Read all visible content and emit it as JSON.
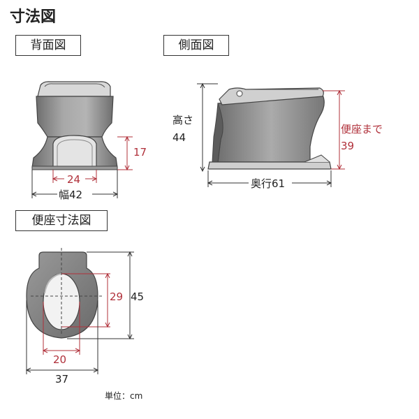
{
  "title": "寸法図",
  "views": {
    "back": "背面図",
    "side": "側面図",
    "seat": "便座寸法図"
  },
  "back_dims": {
    "inner_width": "24",
    "width": "幅42",
    "leg_height": "17"
  },
  "side_dims": {
    "height_label": "高さ",
    "height_value": "44",
    "to_seat_label": "便座まで",
    "to_seat_value": "39",
    "depth": "奥行61"
  },
  "seat_dims": {
    "opening_length": "29",
    "total_length": "45",
    "opening_width": "20",
    "total_width": "37"
  },
  "unit": "単位：cm",
  "colors": {
    "dim_red": "#b0303a",
    "body_fill": "#8a8a8a",
    "body_light": "#dcdcdc",
    "line": "#333333"
  }
}
